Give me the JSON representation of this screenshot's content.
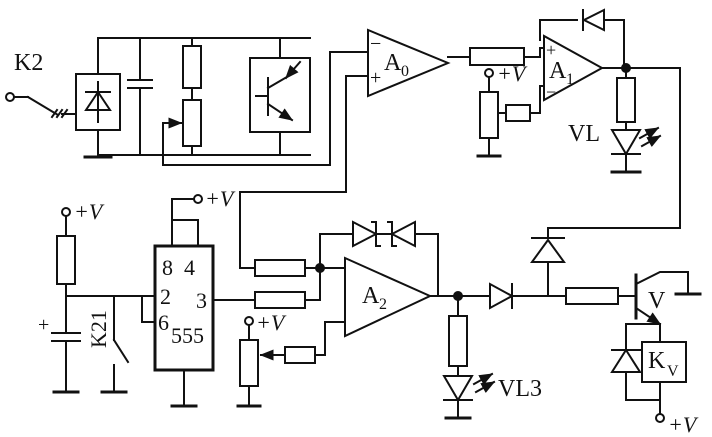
{
  "diagram": {
    "labels": {
      "switch_k2": "K2",
      "opamp_a0": "A",
      "opamp_a0_sub": "0",
      "opamp_a1": "A",
      "opamp_a1_sub": "1",
      "opamp_a2": "A",
      "opamp_a2_sub": "2",
      "vl": "VL",
      "vl3": "VL3",
      "k21": "K21",
      "transistor_v": "V",
      "relay_k": "K",
      "relay_k_sub": "V",
      "timer_555": "555",
      "pin8": "8",
      "pin4": "4",
      "pin2": "2",
      "pin3": "3",
      "pin6": "6",
      "plus_v": "+V",
      "minus_sign": "−",
      "plus_sign": "+",
      "cap_plus": "+"
    },
    "colors": {
      "ink": "#111111",
      "background": "#ffffff"
    },
    "icons": [
      "arrow-wiper-icon",
      "led-emission-arrows-icon",
      "diode-icon",
      "transistor-icon"
    ]
  }
}
